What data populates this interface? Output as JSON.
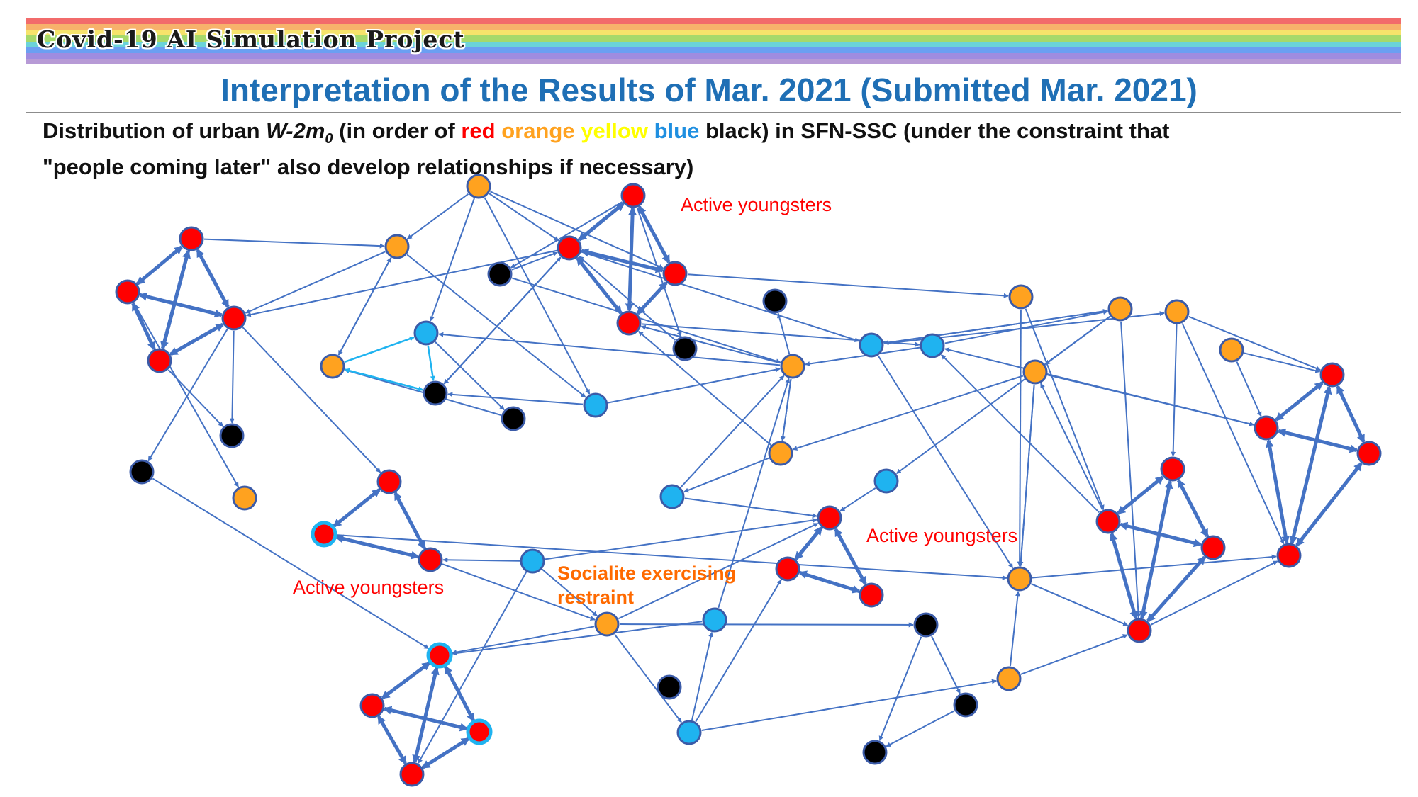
{
  "header": {
    "project_title": "Covid-19 AI Simulation Project",
    "slide_title": "Interpretation of the Results of Mar. 2021 (Submitted Mar. 2021)",
    "rainbow_colors": [
      "#f26b6b",
      "#f7b26b",
      "#f6e36b",
      "#a6d96b",
      "#6bd3d9",
      "#6b9ff2",
      "#9f8ce0",
      "#b79ad6"
    ]
  },
  "subtitle": {
    "part1": "Distribution of urban ",
    "var_w": "W-2m",
    "var_sub": "0",
    "part2": " (in order of ",
    "red": "red",
    "orange": "orange",
    "yellow": "yellow",
    "blue": "blue",
    "part3": " black) in SFN-SSC (under the constraint that",
    "line2": "\"people coming later\" also develop relationships if necessary)"
  },
  "colors": {
    "red": "#ff0000",
    "orange": "#ffa21f",
    "yellow": "#ffff00",
    "blue": "#1fb3f0",
    "black": "#000000",
    "node_outline": "#3b5ba8",
    "light_outline": "#1fb3f0",
    "edge": "#4472c4",
    "light_edge": "#1fb3f0",
    "title_blue": "#1f6fb5",
    "label_red": "#ff0000",
    "label_orange": "#ff6a00"
  },
  "annotations": [
    {
      "id": "youngsters-1",
      "text": "Active youngsters",
      "color": "red"
    },
    {
      "id": "youngsters-2",
      "text": "Active youngsters",
      "color": "red"
    },
    {
      "id": "youngsters-3",
      "text": "Active youngsters",
      "color": "red"
    },
    {
      "id": "socialite",
      "text": "Socialite exercising restraint",
      "color": "orange"
    }
  ],
  "legend_order": [
    "red",
    "orange",
    "yellow",
    "blue",
    "black"
  ]
}
